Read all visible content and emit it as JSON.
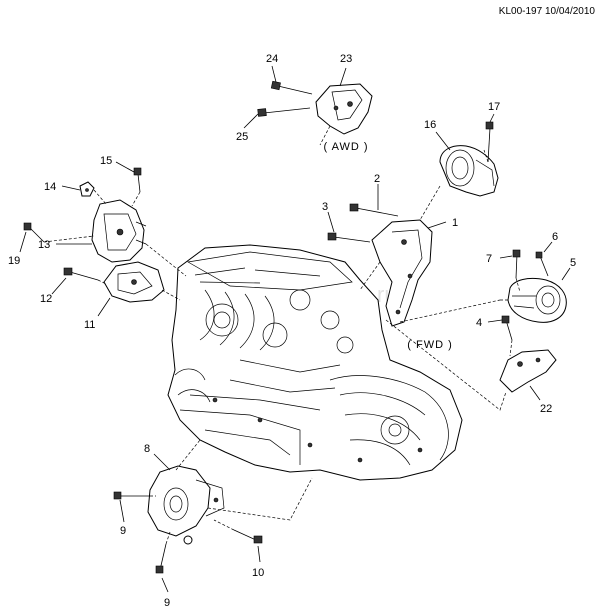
{
  "header": {
    "code": "KL00-197 10/04/2010"
  },
  "watermark": "www.carmanualu.ru",
  "labels": {
    "awd": "( AWD )",
    "fwd": "( FWD )"
  },
  "callouts": [
    "1",
    "2",
    "3",
    "4",
    "5",
    "6",
    "7",
    "8",
    "9",
    "9",
    "10",
    "11",
    "12",
    "13",
    "14",
    "15",
    "16",
    "17",
    "19",
    "22",
    "23",
    "24",
    "25"
  ]
}
